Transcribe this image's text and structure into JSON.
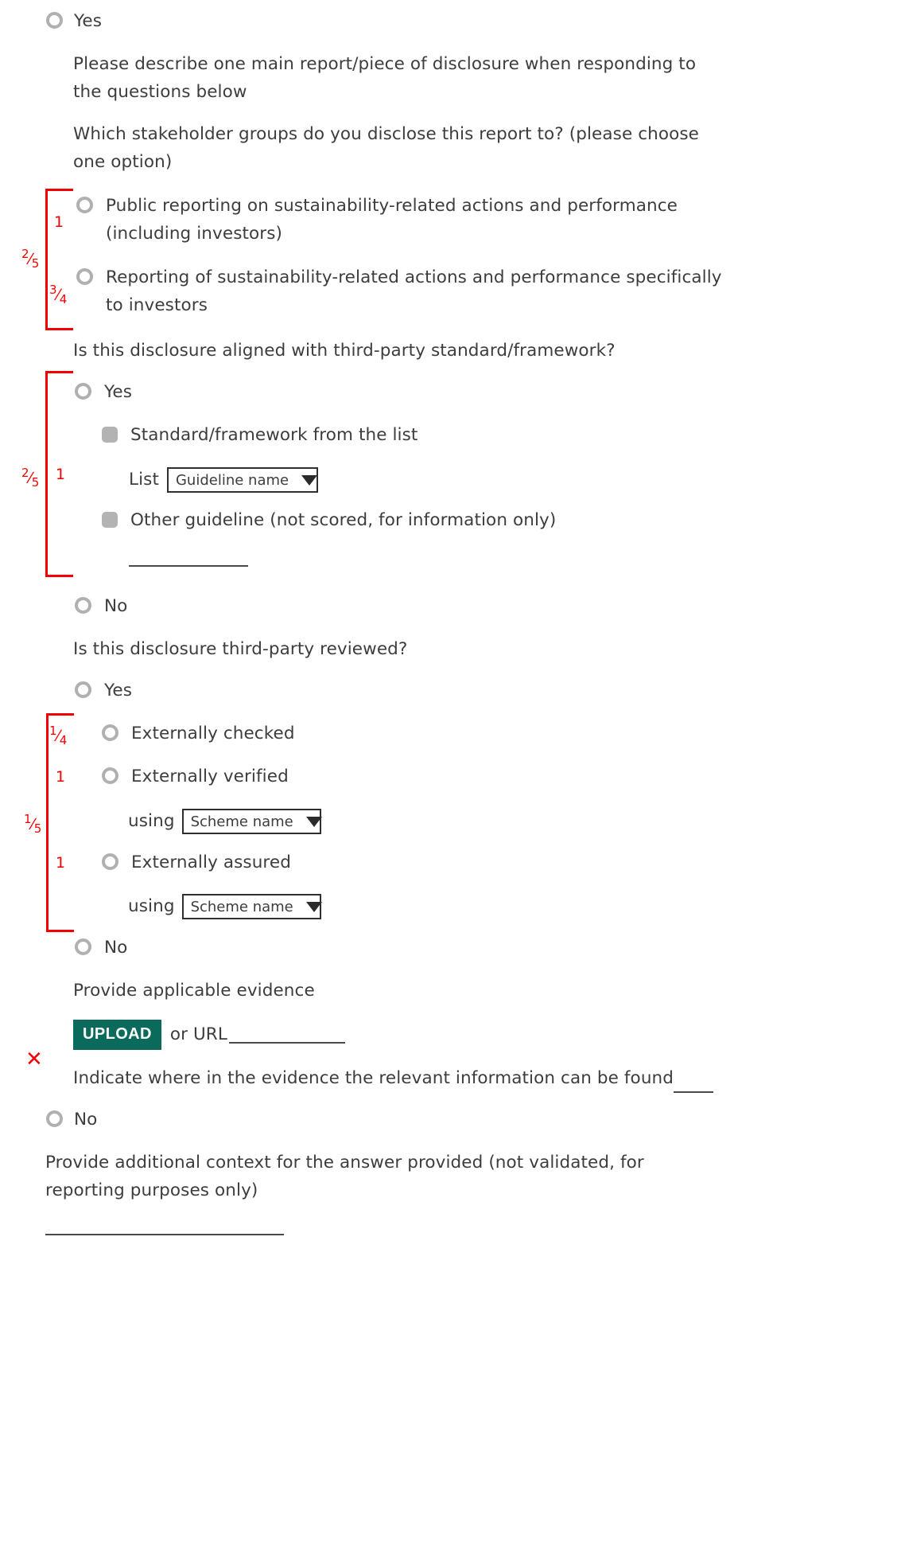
{
  "form": {
    "top_option": {
      "label": "Yes"
    },
    "instruction": "Please describe one main report/piece of disclosure when responding to the questions below",
    "stakeholder_question": "Which stakeholder groups do you disclose this report to? (please choose one option)",
    "stakeholder_options": [
      "Public reporting on sustainability-related actions and performance (including investors)",
      "Reporting of sustainability-related actions and performance specifically to investors"
    ],
    "alignment_question": "Is this disclosure aligned with third-party standard/framework?",
    "alignment_yes": "Yes",
    "alignment_no": "No",
    "standard_from_list": "Standard/framework from the list",
    "list_label": "List",
    "list_value": "Guideline name",
    "other_guideline": "Other guideline (not scored, for information only)",
    "review_question": "Is this disclosure third-party reviewed?",
    "review_yes": "Yes",
    "review_no": "No",
    "review_options": [
      {
        "label": "Externally checked"
      },
      {
        "label": "Externally verified",
        "using_label": "using",
        "scheme_value": "Scheme name"
      },
      {
        "label": "Externally assured",
        "using_label": "using",
        "scheme_value": "Scheme name"
      }
    ],
    "evidence_prompt": "Provide applicable evidence",
    "upload_label": "UPLOAD",
    "or_url_label": "or URL",
    "evidence_location_label": "Indicate where in the evidence the relevant information can be found",
    "bottom_no": "No",
    "additional_context": "Provide additional context for the answer provided (not validated, for reporting purposes only)"
  },
  "annotations": {
    "color": "#f50000",
    "markers": [
      {
        "id": "m1",
        "text": "1"
      },
      {
        "id": "m2",
        "num": "2",
        "den": "5"
      },
      {
        "id": "m3",
        "num": "3",
        "den": "4"
      },
      {
        "id": "m4",
        "num": "2",
        "den": "5"
      },
      {
        "id": "m5",
        "text": "1"
      },
      {
        "id": "m6",
        "num": "1",
        "den": "4"
      },
      {
        "id": "m7",
        "text": "1"
      },
      {
        "id": "m8",
        "num": "1",
        "den": "5"
      },
      {
        "id": "m9",
        "text": "1"
      },
      {
        "id": "m10",
        "text": "✕"
      }
    ]
  },
  "theme": {
    "upload_bg": "#0a6b5d",
    "annotation_red": "#f50000",
    "control_gray": "#b0b0b0",
    "text": "#3d3d3d"
  }
}
